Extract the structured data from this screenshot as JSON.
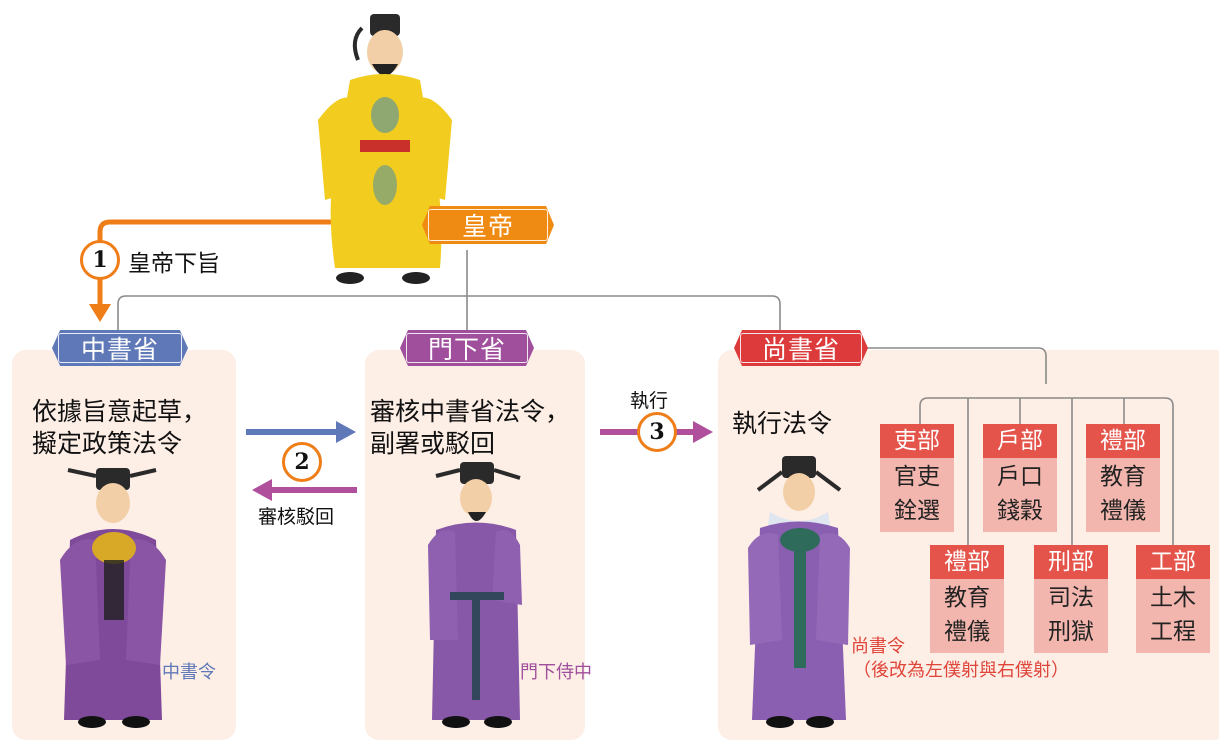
{
  "colors": {
    "emperor": "#ef8a12",
    "zhongshu": "#5f78b8",
    "menxia": "#a04f9c",
    "shangshu": "#dd3b3b",
    "step_arrow": "#ef7d18",
    "ministry_header": "#e4544a",
    "ministry_body": "#f3b6ae",
    "panel_bg": "#fdeee6"
  },
  "emperor": {
    "label": "皇帝",
    "figure_icon": "emperor-figure"
  },
  "step1": {
    "number": "1",
    "text": "皇帝下旨"
  },
  "step2": {
    "number": "2",
    "text": "審核駁回"
  },
  "step3": {
    "number": "3",
    "text": "執行"
  },
  "zhongshu": {
    "header": "中書省",
    "desc_line1": "依據旨意起草，",
    "desc_line2": "擬定政策法令",
    "official": "中書令"
  },
  "menxia": {
    "header": "門下省",
    "desc_line1": "審核中書省法令，",
    "desc_line2": "副署或駁回",
    "official": "門下侍中"
  },
  "shangshu": {
    "header": "尚書省",
    "desc": "執行法令",
    "official": "尚書令",
    "official_note": "（後改為左僕射與右僕射）",
    "ministries": [
      {
        "name": "吏部",
        "line1": "官吏",
        "line2": "銓選"
      },
      {
        "name": "戶部",
        "line1": "戶口",
        "line2": "錢穀"
      },
      {
        "name": "禮部",
        "line1": "教育",
        "line2": "禮儀"
      },
      {
        "name": "禮部",
        "line1": "教育",
        "line2": "禮儀"
      },
      {
        "name": "刑部",
        "line1": "司法",
        "line2": "刑獄"
      },
      {
        "name": "工部",
        "line1": "土木",
        "line2": "工程"
      }
    ]
  }
}
